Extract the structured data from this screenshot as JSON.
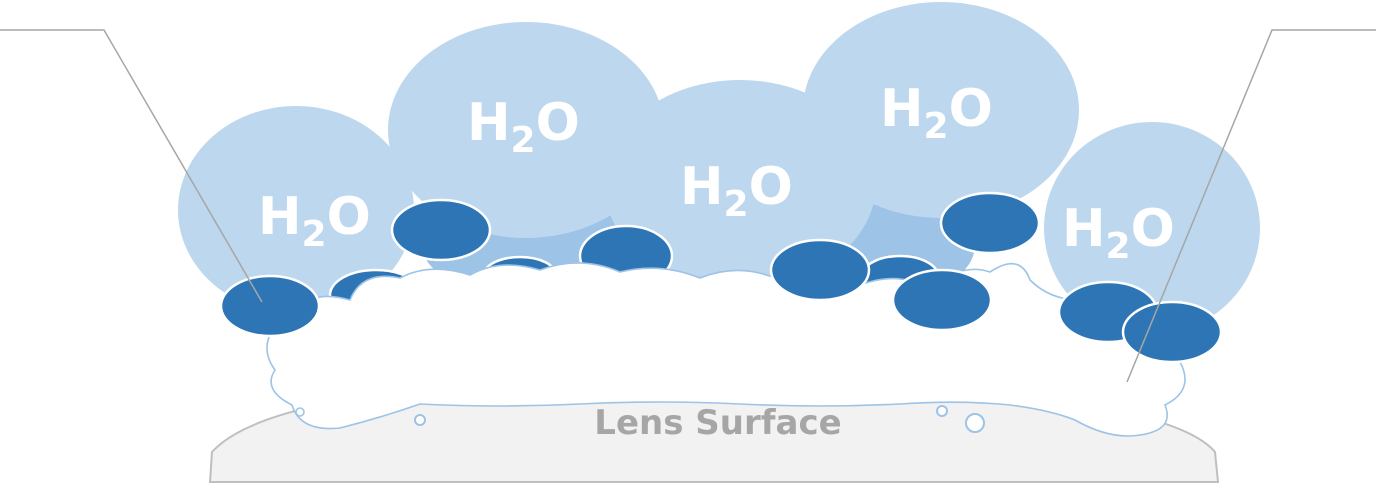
{
  "diagram": {
    "lens_label": "Lens Surface",
    "water_molecules": [
      {
        "main": "H",
        "sub": "2",
        "tail": "O"
      },
      {
        "main": "H",
        "sub": "2",
        "tail": "O"
      },
      {
        "main": "H",
        "sub": "2",
        "tail": "O"
      },
      {
        "main": "H",
        "sub": "2",
        "tail": "O"
      },
      {
        "main": "H",
        "sub": "2",
        "tail": "O"
      }
    ],
    "colors": {
      "water_cloud": "#bdd7ee",
      "water_cloud_dark": "#9dc3e6",
      "hydrophilic_group": "#2e75b6",
      "coating": "#ffffff",
      "coating_outline": "#9dc3e6",
      "lens_fill": "#f2f2f2",
      "lens_outline": "#bfbfbf",
      "leader_line": "#a6a6a6"
    }
  }
}
